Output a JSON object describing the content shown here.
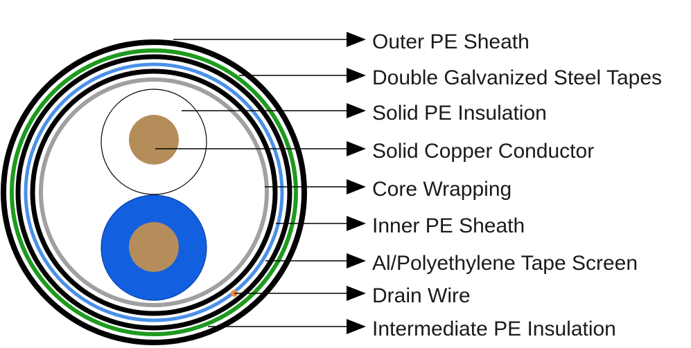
{
  "labels": [
    "Outer PE Sheath",
    "Double Galvanized Steel Tapes",
    "Solid PE Insulation",
    "Solid Copper Conductor",
    "Core Wrapping",
    "Inner PE Sheath",
    "Al/Polyethylene Tape Screen",
    "Drain Wire",
    "Intermediate PE Insulation"
  ],
  "colors": {
    "sheath_black": "#000000",
    "steel_tape_green": "#1e9a1e",
    "screen_blue": "#4a90e8",
    "core_wrapping_gray": "#a0a0a0",
    "copper": "#b58d5a",
    "blue_insulation": "#1260e0",
    "drain_wire": "#f08a3c",
    "background": "#ffffff"
  }
}
